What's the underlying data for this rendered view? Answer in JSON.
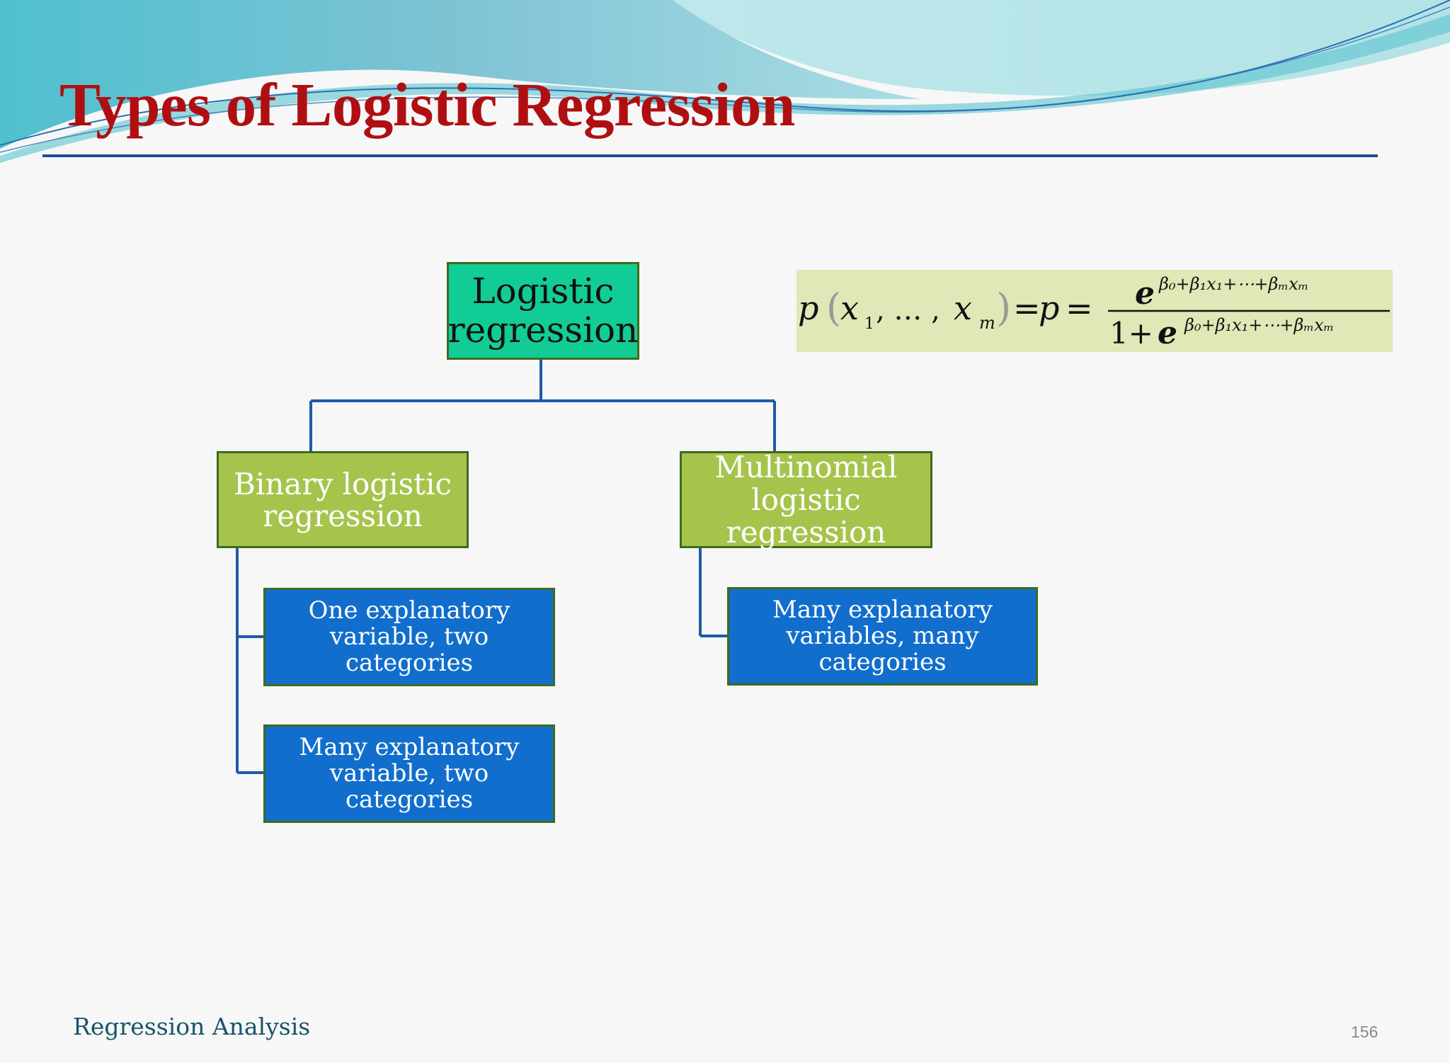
{
  "slide": {
    "title": "Types of Logistic Regression",
    "footer": "Regression Analysis",
    "page_number": "156"
  },
  "diagram": {
    "root": {
      "line1": "Logistic",
      "line2": "regression"
    },
    "binary": {
      "line1": "Binary logistic",
      "line2": "regression"
    },
    "multinomial": {
      "line1": "Multinomial",
      "line2": "logistic",
      "line3": "regression"
    },
    "binary_leaves": [
      {
        "line1": "One explanatory",
        "line2": "variable, two categories"
      },
      {
        "line1": "Many explanatory",
        "line2": "variable, two categories"
      }
    ],
    "multinomial_leaves": [
      {
        "line1": "Many explanatory",
        "line2": "variables, many",
        "line3": "categories"
      }
    ]
  },
  "formula": {
    "lhs_p": "p",
    "lhs_open": "(",
    "lhs_x1": "x",
    "lhs_sub1": "1",
    "lhs_dots": ", … , ",
    "lhs_xm": "x",
    "lhs_subm": "m",
    "lhs_close": ")",
    "eq1": "=",
    "p2": "p",
    "eq2": "=",
    "num_base": "e",
    "exponent": "β₀+β₁x₁+⋯+βₘxₘ",
    "den_one": "1+",
    "den_base": "e"
  },
  "colors": {
    "title": "#b00f12",
    "rule": "#1f4e9a",
    "root_fill": "#12cc96",
    "mid_fill": "#a6c44c",
    "leaf_fill": "#116ecc",
    "node_border": "#3e6b1e",
    "connector": "#1f5aa6",
    "formula_bg": "#dfe8b6",
    "footer": "#17556b"
  }
}
